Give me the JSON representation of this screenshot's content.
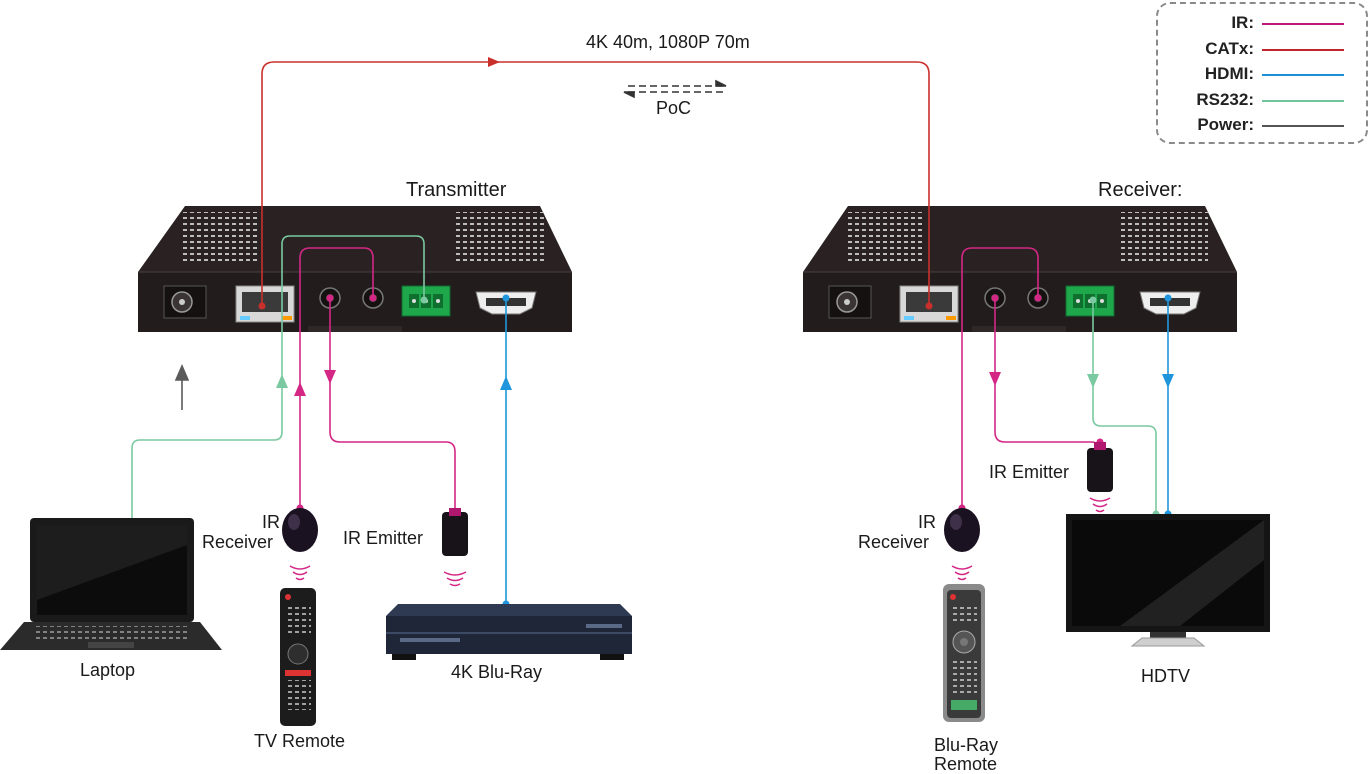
{
  "link": {
    "distance_label": "4K 40m, 1080P 70m",
    "poc_label": "PoC"
  },
  "devices": {
    "transmitter": "Transmitter",
    "receiver": "Receiver:"
  },
  "sources": {
    "laptop": "Laptop",
    "ir_receiver_tx": [
      "IR",
      "Receiver"
    ],
    "ir_emitter_tx": "IR Emitter",
    "tv_remote": "TV Remote",
    "bluray": "4K Blu-Ray"
  },
  "sinks": {
    "ir_emitter_rx": "IR Emitter",
    "ir_receiver_rx": [
      "IR",
      "Receiver"
    ],
    "hdtv": "HDTV",
    "bluray_remote": [
      "Blu-Ray",
      "Remote"
    ]
  },
  "legend": [
    {
      "name": "IR:",
      "color": "#c2187a"
    },
    {
      "name": "CATx:",
      "color": "#c0262b"
    },
    {
      "name": "HDMI:",
      "color": "#1a8fd6"
    },
    {
      "name": "RS232:",
      "color": "#72c49a"
    },
    {
      "name": "Power:",
      "color": "#555555"
    }
  ],
  "colors": {
    "ir": "#d42785",
    "catx": "#c9302c",
    "hdmi": "#1f96dc",
    "rs232": "#7ac9a0",
    "power": "#5a5a5a",
    "device_body": "#231c1c",
    "terminal_green": "#1fa84b"
  }
}
